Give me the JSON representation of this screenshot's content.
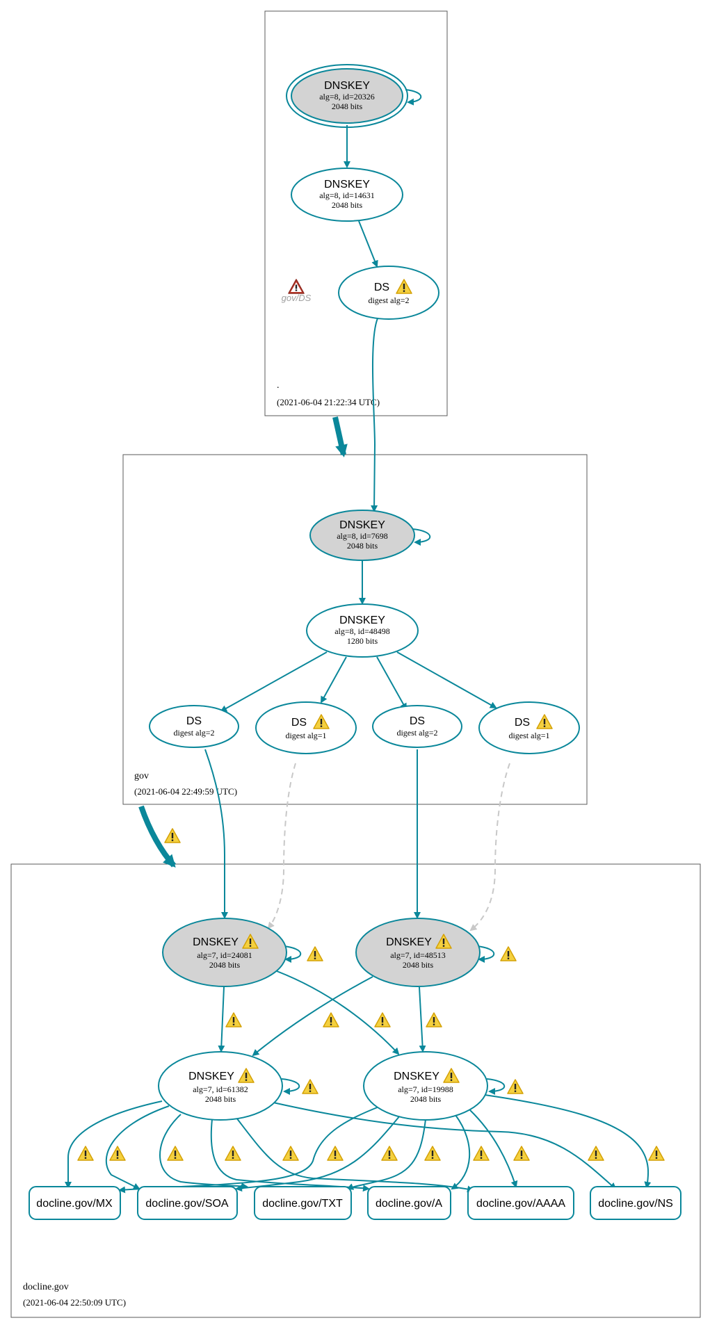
{
  "colors": {
    "edge": "#0a879a",
    "node_fill_ksk": "#d3d3d3",
    "node_fill": "#ffffff",
    "dashed_edge": "#c8c8c8",
    "zone_border": "#595959",
    "warn_fill": "#f4d03f",
    "warn_stroke": "#d4a106",
    "error_fill": "#c0392b"
  },
  "zones": {
    "root": {
      "name": ".",
      "timestamp": "(2021-06-04 21:22:34 UTC)"
    },
    "gov": {
      "name": "gov",
      "timestamp": "(2021-06-04 22:49:59 UTC)"
    },
    "docline": {
      "name": "docline.gov",
      "timestamp": "(2021-06-04 22:50:09 UTC)"
    }
  },
  "root": {
    "ksk": {
      "title": "DNSKEY",
      "line1": "alg=8, id=20326",
      "line2": "2048 bits"
    },
    "zsk": {
      "title": "DNSKEY",
      "line1": "alg=8, id=14631",
      "line2": "2048 bits"
    },
    "ds": {
      "title": "DS",
      "line1": "digest alg=2"
    },
    "error_label": "gov/DS"
  },
  "gov": {
    "ksk": {
      "title": "DNSKEY",
      "line1": "alg=8, id=7698",
      "line2": "2048 bits"
    },
    "zsk": {
      "title": "DNSKEY",
      "line1": "alg=8, id=48498",
      "line2": "1280 bits"
    },
    "ds": [
      {
        "title": "DS",
        "line1": "digest alg=2"
      },
      {
        "title": "DS",
        "line1": "digest alg=1"
      },
      {
        "title": "DS",
        "line1": "digest alg=2"
      },
      {
        "title": "DS",
        "line1": "digest alg=1"
      }
    ]
  },
  "docline": {
    "ksk": [
      {
        "title": "DNSKEY",
        "line1": "alg=7, id=24081",
        "line2": "2048 bits"
      },
      {
        "title": "DNSKEY",
        "line1": "alg=7, id=48513",
        "line2": "2048 bits"
      }
    ],
    "zsk": [
      {
        "title": "DNSKEY",
        "line1": "alg=7, id=61382",
        "line2": "2048 bits"
      },
      {
        "title": "DNSKEY",
        "line1": "alg=7, id=19988",
        "line2": "2048 bits"
      }
    ],
    "rrsets": [
      "docline.gov/MX",
      "docline.gov/SOA",
      "docline.gov/TXT",
      "docline.gov/A",
      "docline.gov/AAAA",
      "docline.gov/NS"
    ]
  }
}
